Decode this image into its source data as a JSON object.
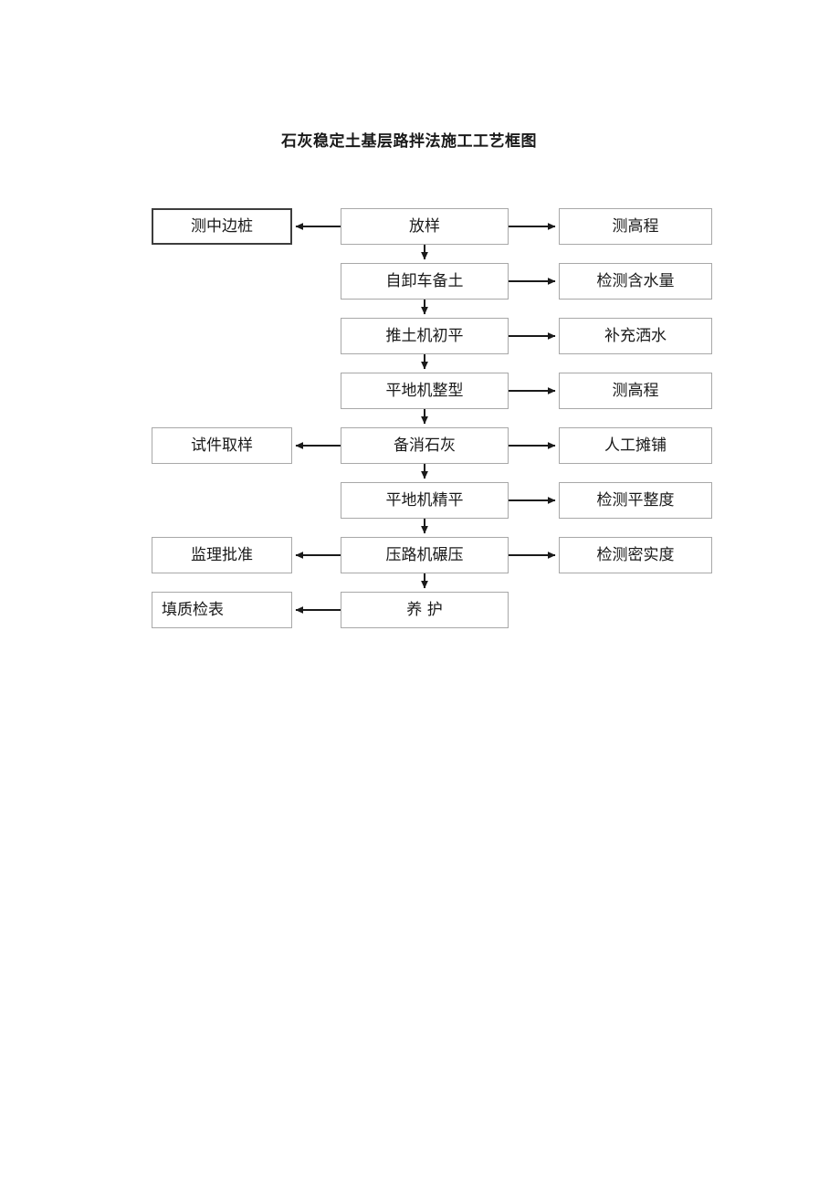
{
  "document": {
    "title": "石灰稳定土基层路拌法施工工艺框图"
  },
  "diagram": {
    "type": "flowchart",
    "orientation": "vertical-main-spine-with-side-branches",
    "colors": {
      "box_border": "#a8a8a8",
      "box_border_emphasis": "#3d3d3d",
      "box_fill": "#ffffff",
      "arrow": "#1a1a1a",
      "text": "#1a1a1a"
    },
    "main_flow": [
      {
        "id": "m1",
        "label": "放样"
      },
      {
        "id": "m2",
        "label": "自卸车备土"
      },
      {
        "id": "m3",
        "label": "推土机初平"
      },
      {
        "id": "m4",
        "label": "平地机整型"
      },
      {
        "id": "m5",
        "label": "备消石灰"
      },
      {
        "id": "m6",
        "label": "平地机精平"
      },
      {
        "id": "m7",
        "label": "压路机碾压"
      },
      {
        "id": "m8",
        "label": "养 护"
      }
    ],
    "left_branches": [
      {
        "id": "l1",
        "row": 1,
        "label": "测中边桩",
        "from": "m1",
        "emphasis": true
      },
      {
        "id": "l5",
        "row": 5,
        "label": "试件取样",
        "from": "m5",
        "emphasis": false
      },
      {
        "id": "l7",
        "row": 7,
        "label": "监理批准",
        "from": "m7",
        "emphasis": false
      },
      {
        "id": "l8",
        "row": 8,
        "label": "填质检表",
        "from": "m8",
        "emphasis": false,
        "align": "left"
      }
    ],
    "right_branches": [
      {
        "id": "r1",
        "row": 1,
        "label": "测高程",
        "from": "m1"
      },
      {
        "id": "r2",
        "row": 2,
        "label": "检测含水量",
        "from": "m2"
      },
      {
        "id": "r3",
        "row": 3,
        "label": "补充洒水",
        "from": "m3"
      },
      {
        "id": "r4",
        "row": 4,
        "label": "测高程",
        "from": "m4"
      },
      {
        "id": "r5",
        "row": 5,
        "label": "人工摊铺",
        "from": "m5"
      },
      {
        "id": "r6",
        "row": 6,
        "label": "检测平整度",
        "from": "m6"
      },
      {
        "id": "r7",
        "row": 7,
        "label": "检测密实度",
        "from": "m7"
      }
    ]
  }
}
